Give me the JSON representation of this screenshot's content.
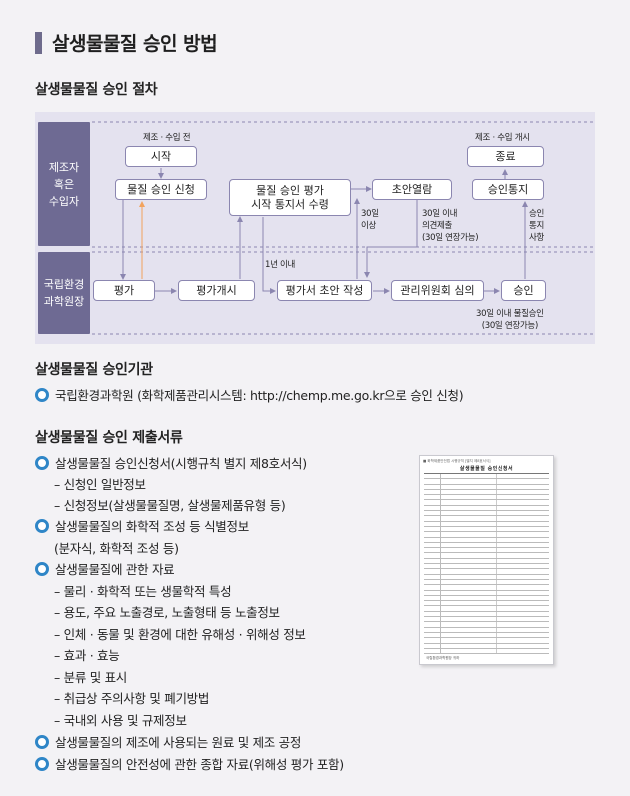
{
  "title": "살생물물질 승인 방법",
  "sections": {
    "procedure": "살생물물질 승인 절차",
    "agency": "살생물물질 승인기관",
    "documents": "살생물물질 승인 제출서류"
  },
  "flow": {
    "lane_top": [
      "제조자",
      "혹은",
      "수입자"
    ],
    "lane_bottom": [
      "국립환경",
      "과학원장"
    ],
    "boxes": {
      "start": "시작",
      "apply": "물질 승인 신청",
      "notice_a": "물질 승인 평가",
      "notice_b": "시작 통지서 수령",
      "draft_view": "초안열람",
      "end": "종료",
      "approval_notice": "승인통지",
      "evaluate": "평가",
      "eval_start": "평가개시",
      "draft_write": "평가서 초안 작성",
      "committee": "관리위원회 심의",
      "approve": "승인"
    },
    "notes": {
      "before_manufacture": "제조 · 수입 전",
      "start_manufacture": "제조 · 수입 개시",
      "within_1yr": "1년 이내",
      "days30_above": [
        "30일",
        "이상"
      ],
      "days30_within": [
        "30일 이내",
        "의견제출",
        "(30일 연장가능)"
      ],
      "approval_notify": [
        "승인",
        "통지",
        "사항"
      ],
      "approve_within": [
        "30일 이내 물질승인",
        "(30일 연장가능)"
      ]
    }
  },
  "agency": {
    "text": "국립환경과학원 (화학제품관리시스템:  http://chemp.me.go.kr으로 승인 신청)"
  },
  "documents": [
    {
      "type": "bullet",
      "text": "살생물물질 승인신청서(시행규칙 별지 제8호서식)"
    },
    {
      "type": "sub",
      "text": "– 신청인 일반정보"
    },
    {
      "type": "sub",
      "text": "– 신청정보(살생물물질명, 살생물제품유형 등)"
    },
    {
      "type": "bullet",
      "text": "살생물물질의 화학적 조성 등 식별정보"
    },
    {
      "type": "cont",
      "text": "(분자식, 화학적 조성 등)"
    },
    {
      "type": "bullet",
      "text": "살생물물질에 관한 자료"
    },
    {
      "type": "sub",
      "text": "– 물리 · 화학적 또는 생물학적 특성"
    },
    {
      "type": "sub",
      "text": "– 용도, 주요 노출경로, 노출형태 등 노출정보"
    },
    {
      "type": "sub",
      "text": "– 인체 · 동물 및 환경에 대한 유해성 · 위해성 정보"
    },
    {
      "type": "sub",
      "text": "– 효과 · 효능"
    },
    {
      "type": "sub",
      "text": "– 분류 및 표시"
    },
    {
      "type": "sub",
      "text": "– 취급상 주의사항 및 폐기방법"
    },
    {
      "type": "sub",
      "text": "– 국내외 사용 및 규제정보"
    },
    {
      "type": "bullet",
      "text": "살생물물질의 제조에 사용되는 원료 및 제조 공정"
    },
    {
      "type": "bullet",
      "text": "살생물물질의 안전성에 관한 종합 자료(위해성 평가 포함)"
    }
  ],
  "form": {
    "header": "■ 화학제품안전법 시행규칙 [별지 제8호서식]",
    "title": "살생물물질 승인신청서",
    "footer": "국립환경과학원장 귀하"
  },
  "colors": {
    "lane": "#6e6a93",
    "panel": "#e4e2ef",
    "arrow": "#8b86b0",
    "orange_arrow": "#f2a35e",
    "bullet": "#2f86c7"
  }
}
